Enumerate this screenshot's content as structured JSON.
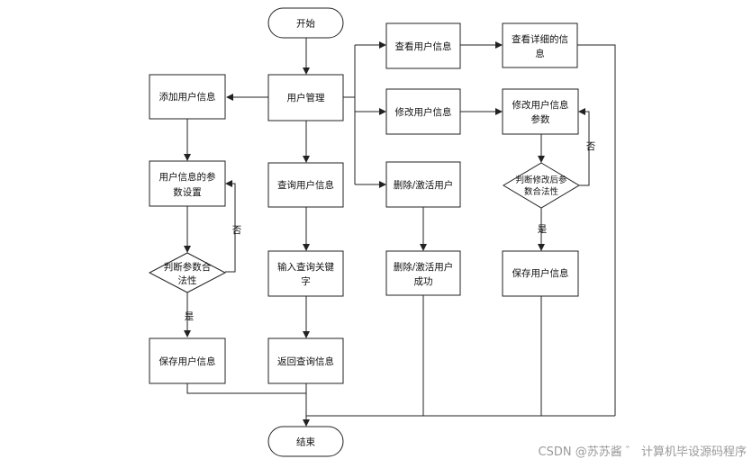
{
  "flowchart": {
    "terminators": {
      "start": "开始",
      "end": "结束"
    },
    "processes": {
      "user_management": "用户管理",
      "add_user_info": "添加用户信息",
      "user_info_params_set": [
        "用户信息的参",
        "数设置"
      ],
      "save_user_info_left": "保存用户信息",
      "query_user_info": "查询用户信息",
      "input_query_keyword": [
        "输入查询关键",
        "字"
      ],
      "return_query_info": "返回查询信息",
      "view_user_info": "查看用户信息",
      "modify_user_info": "修改用户信息",
      "delete_activate_user": "删除/激活用户",
      "delete_activate_success": [
        "删除/激活用户",
        "成功"
      ],
      "view_detail_info": [
        "查看详细的信",
        "息"
      ],
      "modify_user_params": [
        "修改用户信息",
        "参数"
      ],
      "save_user_info_right": "保存用户信息"
    },
    "decisions": {
      "judge_params_valid": [
        "判断参数合",
        "法性"
      ],
      "judge_modified_params_valid": [
        "判断修改后参",
        "数合法性"
      ]
    },
    "edge_labels": {
      "no": "否",
      "yes": "是"
    }
  },
  "watermark": "CSDN @苏苏酱 ゛ 计算机毕设源码程序"
}
